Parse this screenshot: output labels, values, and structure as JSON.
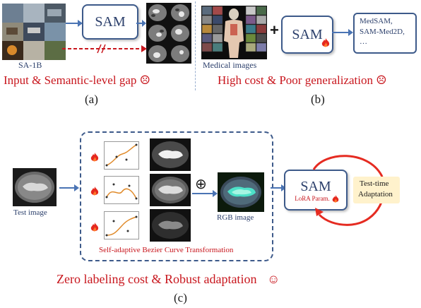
{
  "panel_a": {
    "dataset_label": "SA-1B",
    "model_label": "SAM",
    "gap_text": "Input & Semantic-level gap",
    "gap_emoji": "☹",
    "caption": "(a)"
  },
  "panel_b": {
    "images_label": "Medical images",
    "plus": "+",
    "model_label": "SAM",
    "variants": [
      "MedSAM,",
      "SAM-Med2D,",
      "…"
    ],
    "cost_text": "High cost & Poor generalization",
    "cost_emoji": "☹",
    "caption": "(b)"
  },
  "panel_c": {
    "test_image_label": "Test image",
    "transform_label": "Self-adaptive Bezier Curve Transformation",
    "oplus": "⊕",
    "rgb_label": "RGB image",
    "model_label": "SAM",
    "lora_label": "LoRA Param.",
    "tta_label_line1": "Test-time",
    "tta_label_line2": "Adaptation",
    "result_text": "Zero labeling cost & Robust adaptation",
    "result_emoji": "☺",
    "caption": "(c)"
  },
  "colors": {
    "navy": "#2b3f6b",
    "arrow_blue": "#4a74b4",
    "red": "#c8161d",
    "tta_fill": "#fff2cc",
    "dashed_border": "#3d5a8a"
  }
}
